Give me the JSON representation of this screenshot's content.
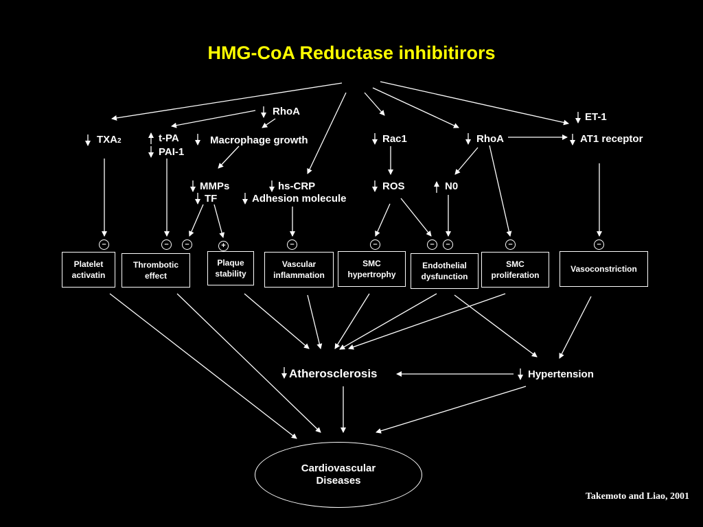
{
  "title": "HMG-CoA Reductase inhibitirors",
  "signs": {
    "minus": "–",
    "plus": "+"
  },
  "mediators": {
    "rhoa_top": "RhoA",
    "et1": "ET-1",
    "txa": "TXA",
    "txa_sub": "2",
    "tpa": "t-PA",
    "pai1": "PAI-1",
    "macrophage": "Macrophage growth",
    "rac1": "Rac1",
    "rhoa_right": "RhoA",
    "at1": "AT1 receptor",
    "mmps": "MMPs",
    "tf": "TF",
    "hscrp": "hs-CRP",
    "adhesion": "Adhesion molecule",
    "ros": "ROS",
    "no": "N0"
  },
  "effects": [
    "Platelet activatin",
    "Thrombotic effect",
    "Plaque stability",
    "Vascular inflammation",
    "SMC hypertrophy",
    "Endothelial dysfunction",
    "SMC proliferation",
    "Vasoconstriction"
  ],
  "outcomes": {
    "atherosclerosis": "Atherosclerosis",
    "hypertension": "Hypertension",
    "cvd": "Cardiovascular Diseases"
  },
  "citation": "Takemoto and Liao, 2001"
}
